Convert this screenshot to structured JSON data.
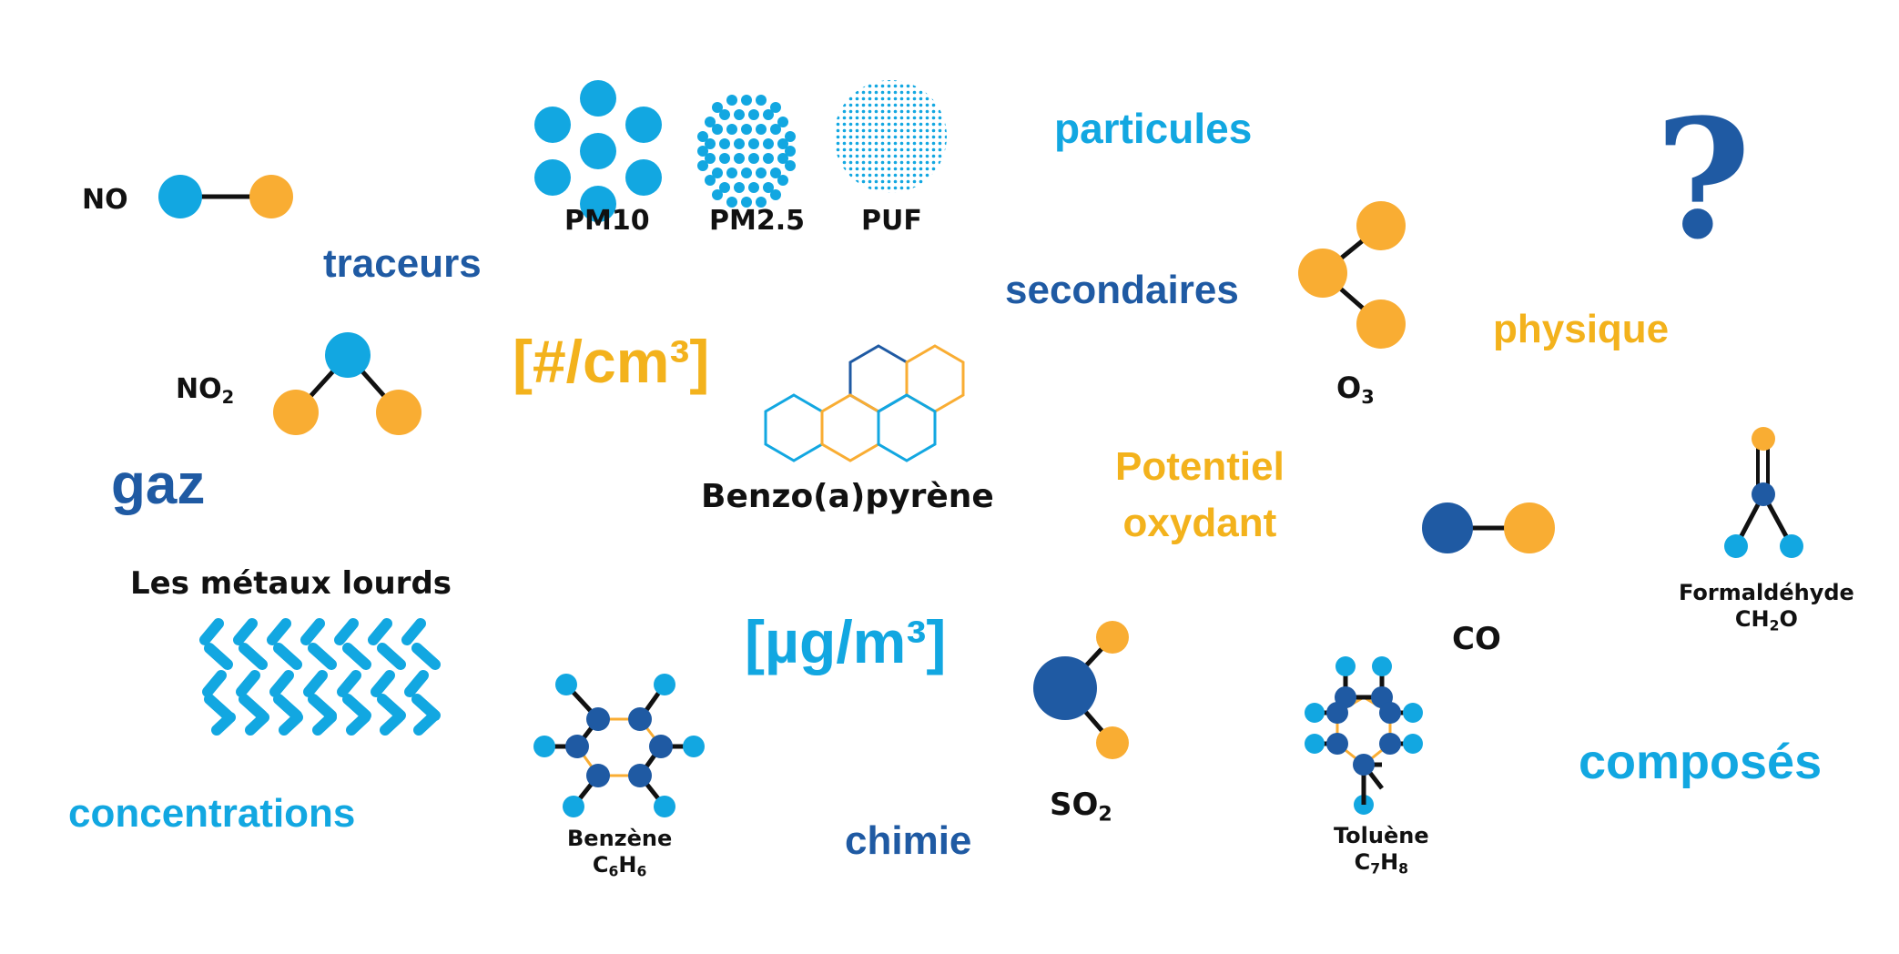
{
  "words": {
    "particules": "particules",
    "traceurs": "traceurs",
    "secondaires": "secondaires",
    "physique": "physique",
    "gaz": "gaz",
    "per_cm3": "[#/cm³]",
    "per_ug_m3": "[µg/m³]",
    "potentiel": "Potentiel",
    "oxydant": "oxydant",
    "concentrations": "concentrations",
    "chimie": "chimie",
    "composes": "composés",
    "question": "?"
  },
  "labels": {
    "no": "NO",
    "no2_base": "NO",
    "no2_sub": "2",
    "pm10": "PM10",
    "pm25": "PM2.5",
    "puf": "PUF",
    "o3_base": "O",
    "o3_sub": "3",
    "bap": "Benzo(a)pyrène",
    "metaux": "Les métaux lourds",
    "co": "CO",
    "formaldehyde": "Formaldéhyde",
    "ch2o_a": "CH",
    "ch2o_sub": "2",
    "ch2o_b": "O",
    "so2_base": "SO",
    "so2_sub": "2",
    "benzene": "Benzène",
    "c6h6_c": "C",
    "c6h6_c_sub": "6",
    "c6h6_h": "H",
    "c6h6_h_sub": "6",
    "toluene": "Toluène",
    "c7h8_c": "C",
    "c7h8_c_sub": "7",
    "c7h8_h": "H",
    "c7h8_h_sub": "8"
  },
  "colors": {
    "light_blue": "#12a7e1",
    "dark_blue": "#1f5aa3",
    "orange": "#f9ad33"
  }
}
